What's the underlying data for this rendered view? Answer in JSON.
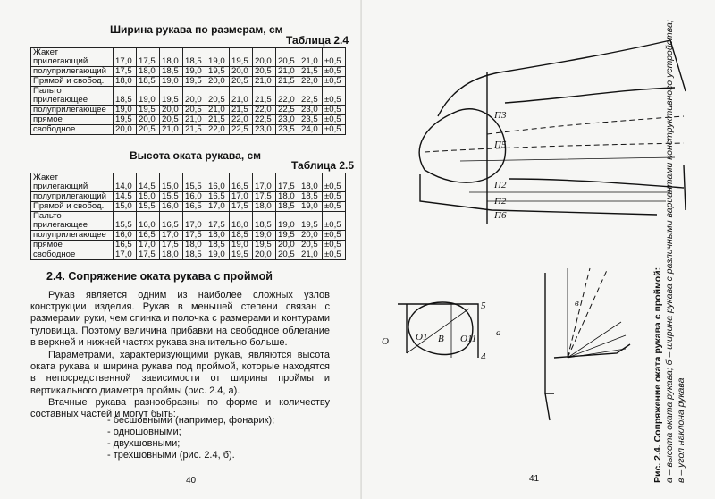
{
  "left_page": {
    "table1": {
      "title": "Ширина рукава по размерам, см",
      "number": "Таблица 2.4",
      "rows": [
        {
          "label": [
            "Жакет",
            "прилегающий"
          ],
          "values": [
            "17,0",
            "17,5",
            "18,0",
            "18,5",
            "19,0",
            "19,5",
            "20,0",
            "20,5",
            "21,0",
            "±0,5"
          ]
        },
        {
          "label": [
            "полуприлегающий"
          ],
          "values": [
            "17,5",
            "18,0",
            "18,5",
            "19,0",
            "19,5",
            "20,0",
            "20,5",
            "21,0",
            "21,5",
            "±0,5"
          ]
        },
        {
          "label": [
            "Прямой и свобод."
          ],
          "values": [
            "18,0",
            "18,5",
            "19,0",
            "19,5",
            "20,0",
            "20,5",
            "21,0",
            "21,5",
            "22,0",
            "±0,5"
          ]
        },
        {
          "label": [
            "Пальто",
            "прилегающее"
          ],
          "values": [
            "18,5",
            "19,0",
            "19,5",
            "20,0",
            "20,5",
            "21,0",
            "21,5",
            "22,0",
            "22,5",
            "±0,5"
          ]
        },
        {
          "label": [
            "полуприлегающее"
          ],
          "values": [
            "19,0",
            "19,5",
            "20,0",
            "20,5",
            "21,0",
            "21,5",
            "22,0",
            "22,5",
            "23,0",
            "±0,5"
          ]
        },
        {
          "label": [
            "прямое"
          ],
          "values": [
            "19,5",
            "20,0",
            "20,5",
            "21,0",
            "21,5",
            "22,0",
            "22,5",
            "23,0",
            "23,5",
            "±0,5"
          ]
        },
        {
          "label": [
            "свободное"
          ],
          "values": [
            "20,0",
            "20,5",
            "21,0",
            "21,5",
            "22,0",
            "22,5",
            "23,0",
            "23,5",
            "24,0",
            "±0,5"
          ]
        }
      ]
    },
    "table2": {
      "title": "Высота оката рукава, см",
      "number": "Таблица 2.5",
      "rows": [
        {
          "label": [
            "Жакет",
            "прилегающий"
          ],
          "values": [
            "14,0",
            "14,5",
            "15,0",
            "15,5",
            "16,0",
            "16,5",
            "17,0",
            "17,5",
            "18,0",
            "±0,5"
          ]
        },
        {
          "label": [
            "полуприлегающий"
          ],
          "values": [
            "14,5",
            "15,0",
            "15,5",
            "16,0",
            "16,5",
            "17,0",
            "17,5",
            "18,0",
            "18,5",
            "±0,5"
          ]
        },
        {
          "label": [
            "Прямой и свобод."
          ],
          "values": [
            "15,0",
            "15,5",
            "16,0",
            "16,5",
            "17,0",
            "17,5",
            "18,0",
            "18,5",
            "19,0",
            "±0,5"
          ]
        },
        {
          "label": [
            "Пальто",
            "прилегающее"
          ],
          "values": [
            "15,5",
            "16,0",
            "16,5",
            "17,0",
            "17,5",
            "18,0",
            "18,5",
            "19,0",
            "19,5",
            "±0,5"
          ]
        },
        {
          "label": [
            "полуприлегающее"
          ],
          "values": [
            "16,0",
            "16,5",
            "17,0",
            "17,5",
            "18,0",
            "18,5",
            "19,0",
            "19,5",
            "20,0",
            "±0,5"
          ]
        },
        {
          "label": [
            "прямое"
          ],
          "values": [
            "16,5",
            "17,0",
            "17,5",
            "18,0",
            "18,5",
            "19,0",
            "19,5",
            "20,0",
            "20,5",
            "±0,5"
          ]
        },
        {
          "label": [
            "свободное"
          ],
          "values": [
            "17,0",
            "17,5",
            "18,0",
            "18,5",
            "19,0",
            "19,5",
            "20,0",
            "20,5",
            "21,0",
            "±0,5"
          ]
        }
      ]
    },
    "section_heading": "2.4. Сопряжение оката рукава с проймой",
    "paragraphs": [
      "Рукав является одним из наиболее сложных узлов конструкции изделия. Рукав в меньшей степени связан с размерами руки, чем спинка и полочка с размерами и контурами туловища. Поэтому величина прибавки на свободное облегание в верхней и нижней частях рукава значительно больше.",
      "Параметрами, характеризующими рукав, являются высота оката рукава и ширина рукава под проймой, которые находятся в непосредственной зависимости от ширины проймы и вертикального диаметра проймы (рис. 2.4, а).",
      "Втачные рукава разнообразны по форме и количеству составных частей и могут быть:"
    ],
    "list": [
      "- бесшовными (например, фонарик);",
      "- одношовными;",
      "- двухшовными;",
      "- трехшовными (рис. 2.4, б)."
    ],
    "page_number": "40"
  },
  "right_page": {
    "caption": {
      "title": "Рис. 2.4. Сопряжение оката рукава с проймой:",
      "lines": [
        "а – высота оката рукава; б – ширина рукава с различными вариантами конструктивного устройства;",
        "в – угол наклона рукава"
      ]
    },
    "drawing_labels": {
      "p3": "П3",
      "p5": "П5",
      "p2": "П2",
      "p2b": "П2",
      "p6": "П6",
      "a": "а",
      "o": "О",
      "o1": "О1",
      "b": "В",
      "o11": "О11",
      "five": "5",
      "four": "4",
      "alpha": "а",
      "beta": "в"
    },
    "page_number": "41"
  }
}
